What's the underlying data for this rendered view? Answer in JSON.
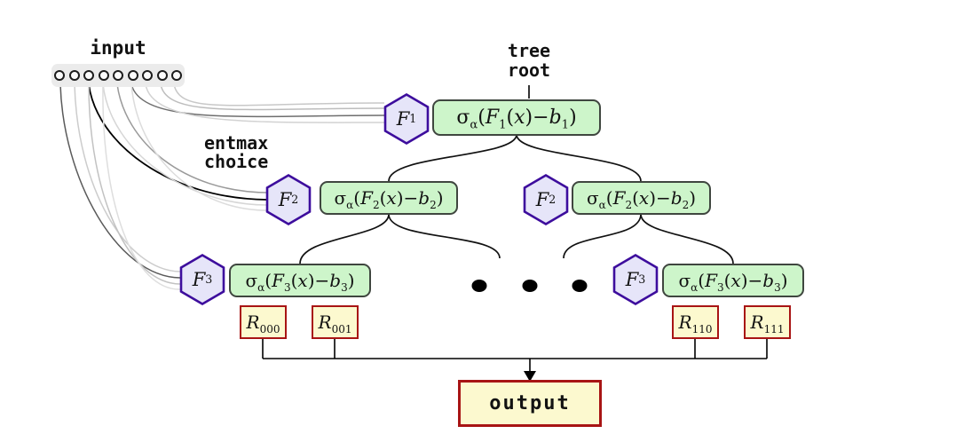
{
  "colors": {
    "ink": "#121212",
    "hex_fill": "#e6e5f9",
    "hex_border": "#3d0d9d",
    "sigma_fill": "#cdf5ca",
    "sigma_border": "#3f463f",
    "leaf_fill": "#fcf9cf",
    "leaf_border": "#a81414",
    "input_bar": "#ebebeb",
    "edge_dark": "#111111"
  },
  "labels": {
    "input": "input",
    "tree_root": "tree\nroot",
    "entmax_choice": "entmax\nchoice",
    "output": "output"
  },
  "input": {
    "feature_count": 9
  },
  "nodes": {
    "f1": [
      [
        "i",
        "F"
      ],
      [
        "sub",
        "1"
      ]
    ],
    "f2_left": [
      [
        "i",
        "F"
      ],
      [
        "sub",
        "2"
      ]
    ],
    "f2_right": [
      [
        "i",
        "F"
      ],
      [
        "sub",
        "2"
      ]
    ],
    "f3_left": [
      [
        "i",
        "F"
      ],
      [
        "sub",
        "3"
      ]
    ],
    "f3_right": [
      [
        "i",
        "F"
      ],
      [
        "sub",
        "3"
      ]
    ],
    "sigma_root": [
      [
        "n",
        "σ"
      ],
      [
        "sub",
        "α"
      ],
      [
        "n",
        "("
      ],
      [
        "i",
        "F"
      ],
      [
        "sub",
        "1"
      ],
      [
        "n",
        "("
      ],
      [
        "i",
        "x"
      ],
      [
        "n",
        ")−"
      ],
      [
        "i",
        "b"
      ],
      [
        "sub",
        "1"
      ],
      [
        "n",
        ")"
      ]
    ],
    "sigma_l2_left": [
      [
        "n",
        "σ"
      ],
      [
        "sub",
        "α"
      ],
      [
        "n",
        "("
      ],
      [
        "i",
        "F"
      ],
      [
        "sub",
        "2"
      ],
      [
        "n",
        "("
      ],
      [
        "i",
        "x"
      ],
      [
        "n",
        ")−"
      ],
      [
        "i",
        "b"
      ],
      [
        "sub",
        "2"
      ],
      [
        "n",
        ")"
      ]
    ],
    "sigma_l2_right": [
      [
        "n",
        "σ"
      ],
      [
        "sub",
        "α"
      ],
      [
        "n",
        "("
      ],
      [
        "i",
        "F"
      ],
      [
        "sub",
        "2"
      ],
      [
        "n",
        "("
      ],
      [
        "i",
        "x"
      ],
      [
        "n",
        ")−"
      ],
      [
        "i",
        "b"
      ],
      [
        "sub",
        "2"
      ],
      [
        "n",
        ")"
      ]
    ],
    "sigma_l3_left": [
      [
        "n",
        "σ"
      ],
      [
        "sub",
        "α"
      ],
      [
        "n",
        "("
      ],
      [
        "i",
        "F"
      ],
      [
        "sub",
        "3"
      ],
      [
        "n",
        "("
      ],
      [
        "i",
        "x"
      ],
      [
        "n",
        ")−"
      ],
      [
        "i",
        "b"
      ],
      [
        "sub",
        "3"
      ],
      [
        "n",
        ")"
      ]
    ],
    "sigma_l3_right": [
      [
        "n",
        "σ"
      ],
      [
        "sub",
        "α"
      ],
      [
        "n",
        "("
      ],
      [
        "i",
        "F"
      ],
      [
        "sub",
        "3"
      ],
      [
        "n",
        "("
      ],
      [
        "i",
        "x"
      ],
      [
        "n",
        ")−"
      ],
      [
        "i",
        "b"
      ],
      [
        "sub",
        "3"
      ],
      [
        "n",
        ")"
      ]
    ],
    "leaf_r000": [
      [
        "i",
        "R"
      ],
      [
        "sub",
        "000"
      ]
    ],
    "leaf_r001": [
      [
        "i",
        "R"
      ],
      [
        "sub",
        "001"
      ]
    ],
    "leaf_r110": [
      [
        "i",
        "R"
      ],
      [
        "sub",
        "110"
      ]
    ],
    "leaf_r111": [
      [
        "i",
        "R"
      ],
      [
        "sub",
        "111"
      ]
    ]
  }
}
